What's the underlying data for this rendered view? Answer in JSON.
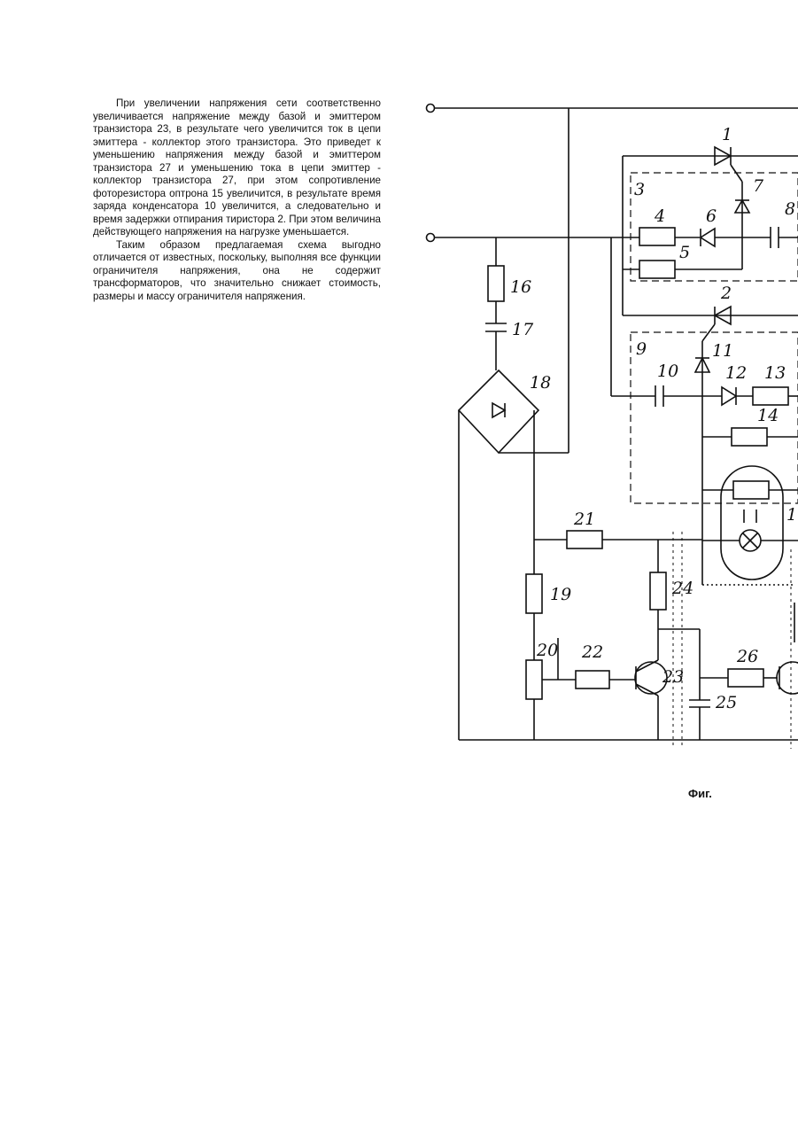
{
  "text": {
    "paragraph1": "При увеличении напряжения сети соответственно увеличивается напряжение между базой и эмиттером транзистора 23, в результате чего увеличится ток в цепи эмиттера - коллектор этого транзистора. Это приведет к уменьшению напряжения между базой и эмиттером транзистора 27 и уменьшению тока в цепи эмиттер - коллектор транзистора 27, при этом сопротивление фоторезистора оптрона 15 увеличится, в результате время заряда конденсатора 10 увеличится, а следовательно и время задержки отпирания тиристора 2. При этом величина действующего напряжения на нагрузке уменьшается.",
    "paragraph2": "Таким образом предлагаемая схема выгодно отличается от известных, поскольку, выполняя все функции ограничителя напряжения, она не содержит трансформаторов, что значительно снижает стоимость, размеры и массу ограничителя напряжения."
  },
  "figure": {
    "caption": "Фиг.",
    "labels": {
      "l1": "1",
      "l2": "2",
      "l3": "3",
      "l4": "4",
      "l5": "5",
      "l6": "6",
      "l7": "7",
      "l8": "8",
      "l9": "9",
      "l10": "10",
      "l11": "11",
      "l12": "12",
      "l13": "13",
      "l14": "14",
      "l15": "1",
      "l16": "16",
      "l17": "17",
      "l18": "18",
      "l19": "19",
      "l20": "20",
      "l21": "21",
      "l22": "22",
      "l23": "23",
      "l24": "24",
      "l25": "25",
      "l26": "26"
    }
  }
}
